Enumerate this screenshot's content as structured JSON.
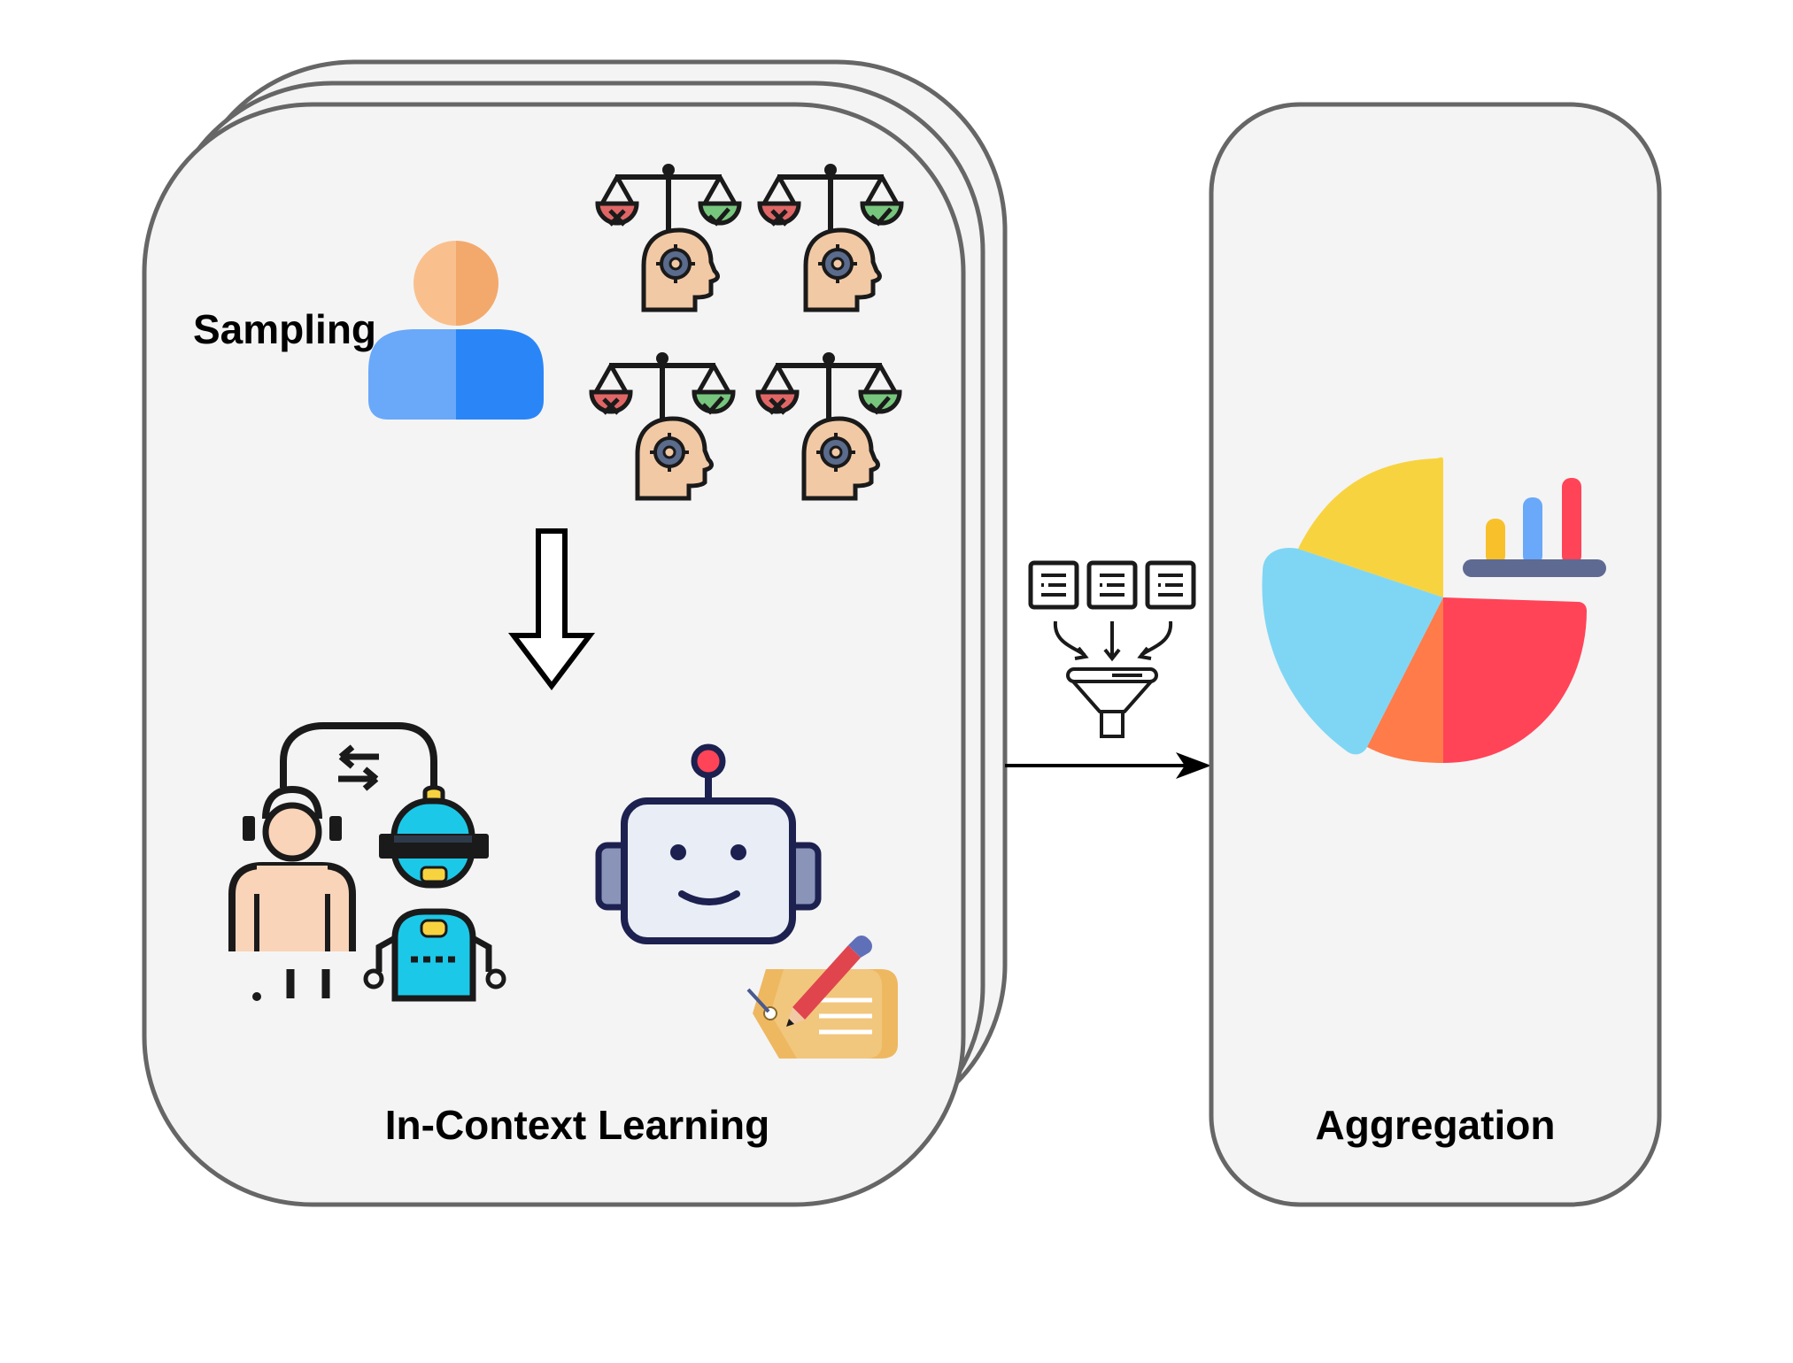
{
  "diagram": {
    "left_panel": {
      "sampling_label": "Sampling",
      "icl_label": "In-Context Learning",
      "icons": [
        "user-icon",
        "judgment-scale-icon",
        "down-arrow-icon",
        "human-robot-exchange-icon",
        "robot-icon",
        "annotation-tag-icon"
      ]
    },
    "connector": {
      "icons": [
        "documents-icon",
        "filter-funnel-icon",
        "right-arrow-icon"
      ]
    },
    "right_panel": {
      "aggregation_label": "Aggregation",
      "icons": [
        "pie-bar-chart-icon"
      ]
    },
    "colors": {
      "panel_fill": "#f4f4f4",
      "panel_stroke": "#666666",
      "red": "#e06666",
      "green": "#77c67d",
      "skin": "#f2c9a5",
      "blue": "#3b8ef6",
      "cyan": "#1cc8e8",
      "yellow": "#f8d340",
      "coral": "#ff7b4a",
      "pink_red": "#ff4458",
      "light_blue": "#7fd6f4"
    }
  }
}
